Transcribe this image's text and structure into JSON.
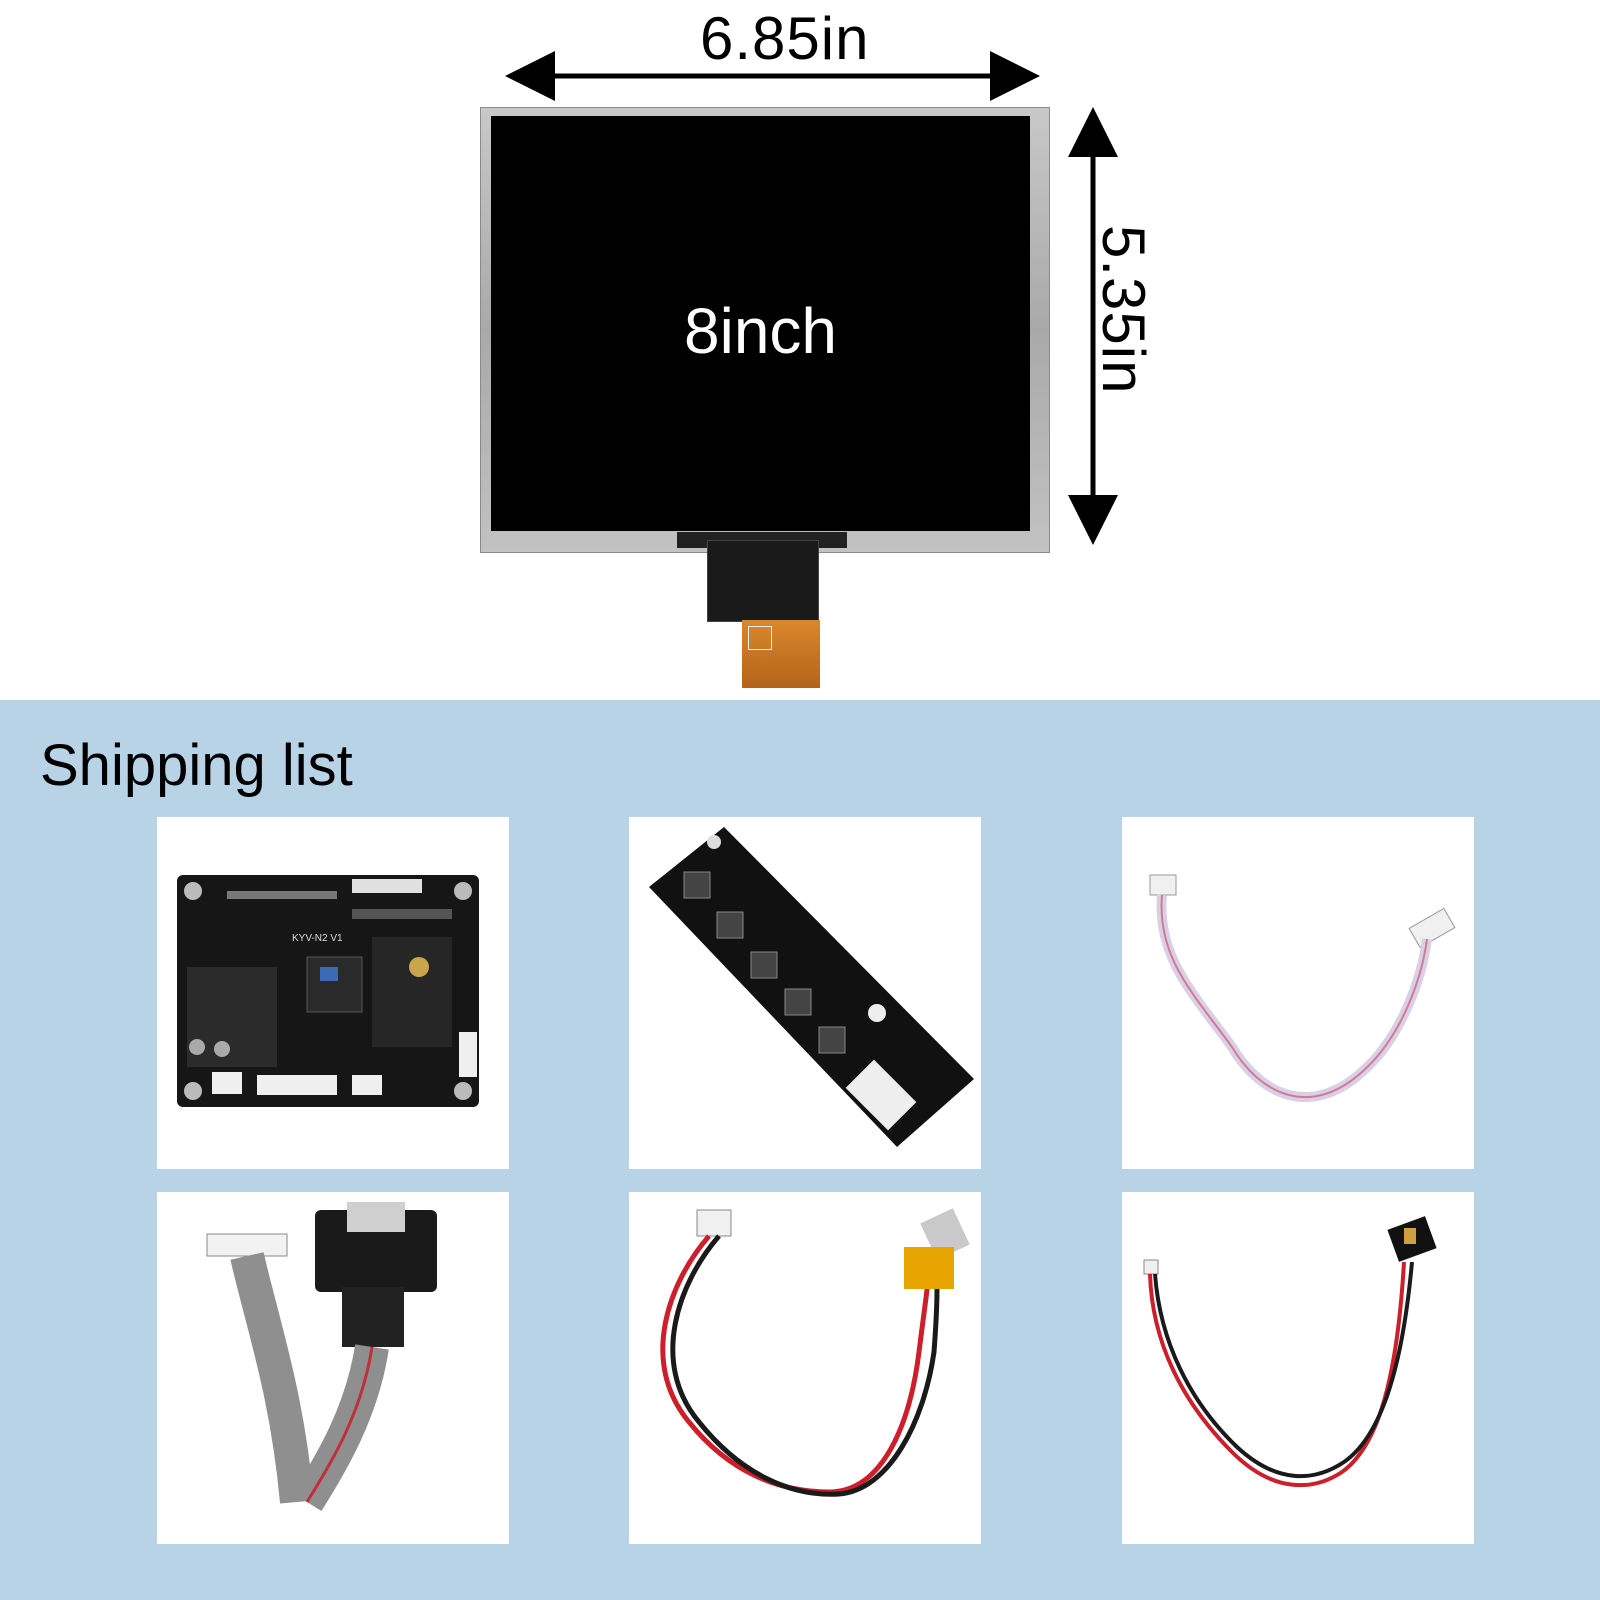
{
  "dimensions": {
    "width_label": "6.85in",
    "height_label": "5.35in"
  },
  "display": {
    "label": "8inch"
  },
  "shipping": {
    "title": "Shipping list",
    "items": [
      {
        "name": "driver-board",
        "pcb_label": "KYV-N2 V1"
      },
      {
        "name": "keypad-board"
      },
      {
        "name": "white-ribbon-cable"
      },
      {
        "name": "vga-cable"
      },
      {
        "name": "av-rca-cable"
      },
      {
        "name": "power-switch-cable"
      }
    ]
  },
  "colors": {
    "background_bottom": "#b8d2e6",
    "screen": "#000000",
    "flex_orange": "#d9882c",
    "wire_red": "#cc1f2b",
    "rca_yellow": "#e8a400"
  }
}
